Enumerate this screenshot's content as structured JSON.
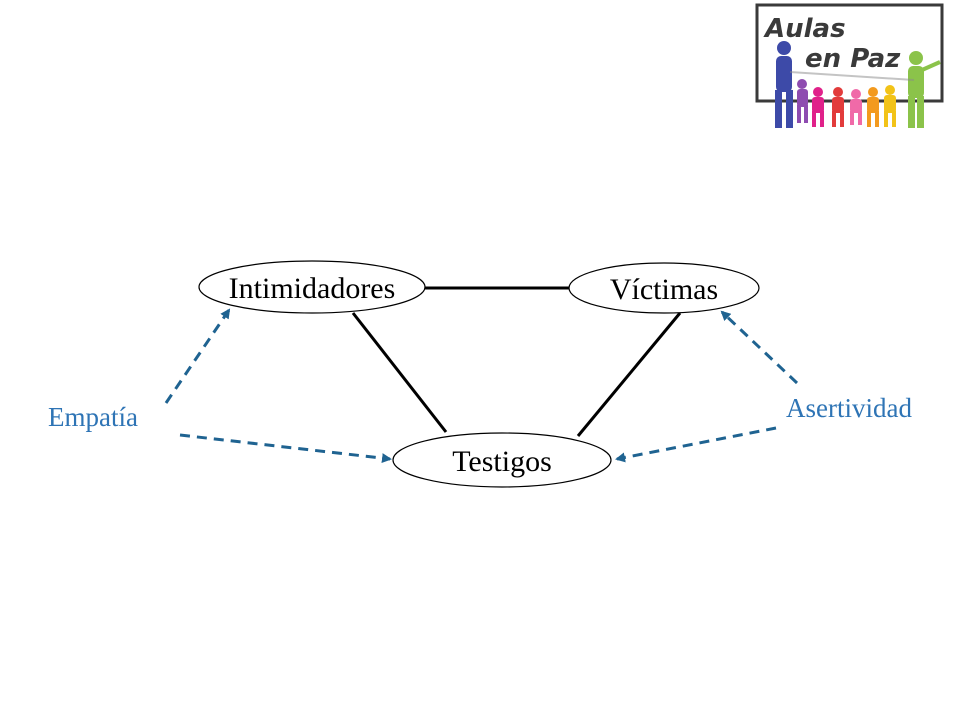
{
  "logo": {
    "line1": "Aulas",
    "line2": "en Paz",
    "icon": "aulas-en-paz-logo"
  },
  "diagram": {
    "nodes": {
      "intimidadores": "Intimidadores",
      "victimas": "Víctimas",
      "testigos": "Testigos"
    },
    "skills": {
      "empatia": "Empatía",
      "asertividad": "Asertividad"
    }
  },
  "colors": {
    "skill_text": "#2e74b5",
    "skill_arrow": "#1f6391",
    "edge": "#000000"
  }
}
